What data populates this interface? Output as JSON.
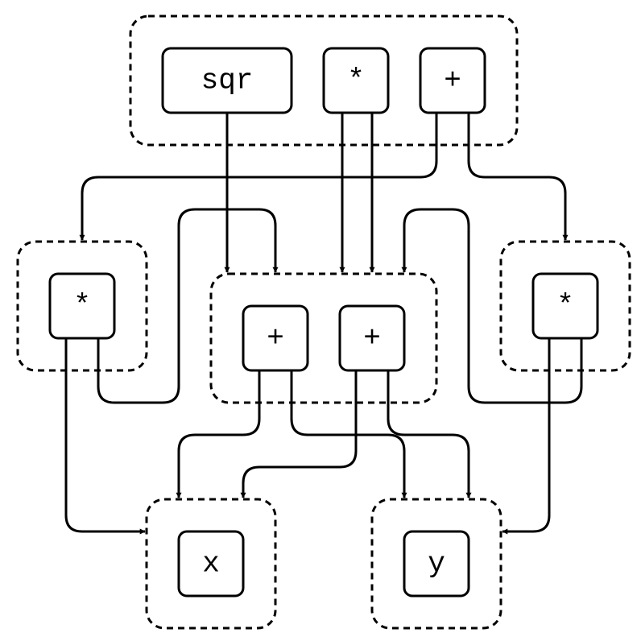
{
  "nodes": {
    "top_sqr": "sqr",
    "top_mul": "*",
    "top_add": "+",
    "left_mul": "*",
    "center_add_left": "+",
    "center_add_right": "+",
    "right_mul": "*",
    "bottom_x": "x",
    "bottom_y": "y"
  }
}
